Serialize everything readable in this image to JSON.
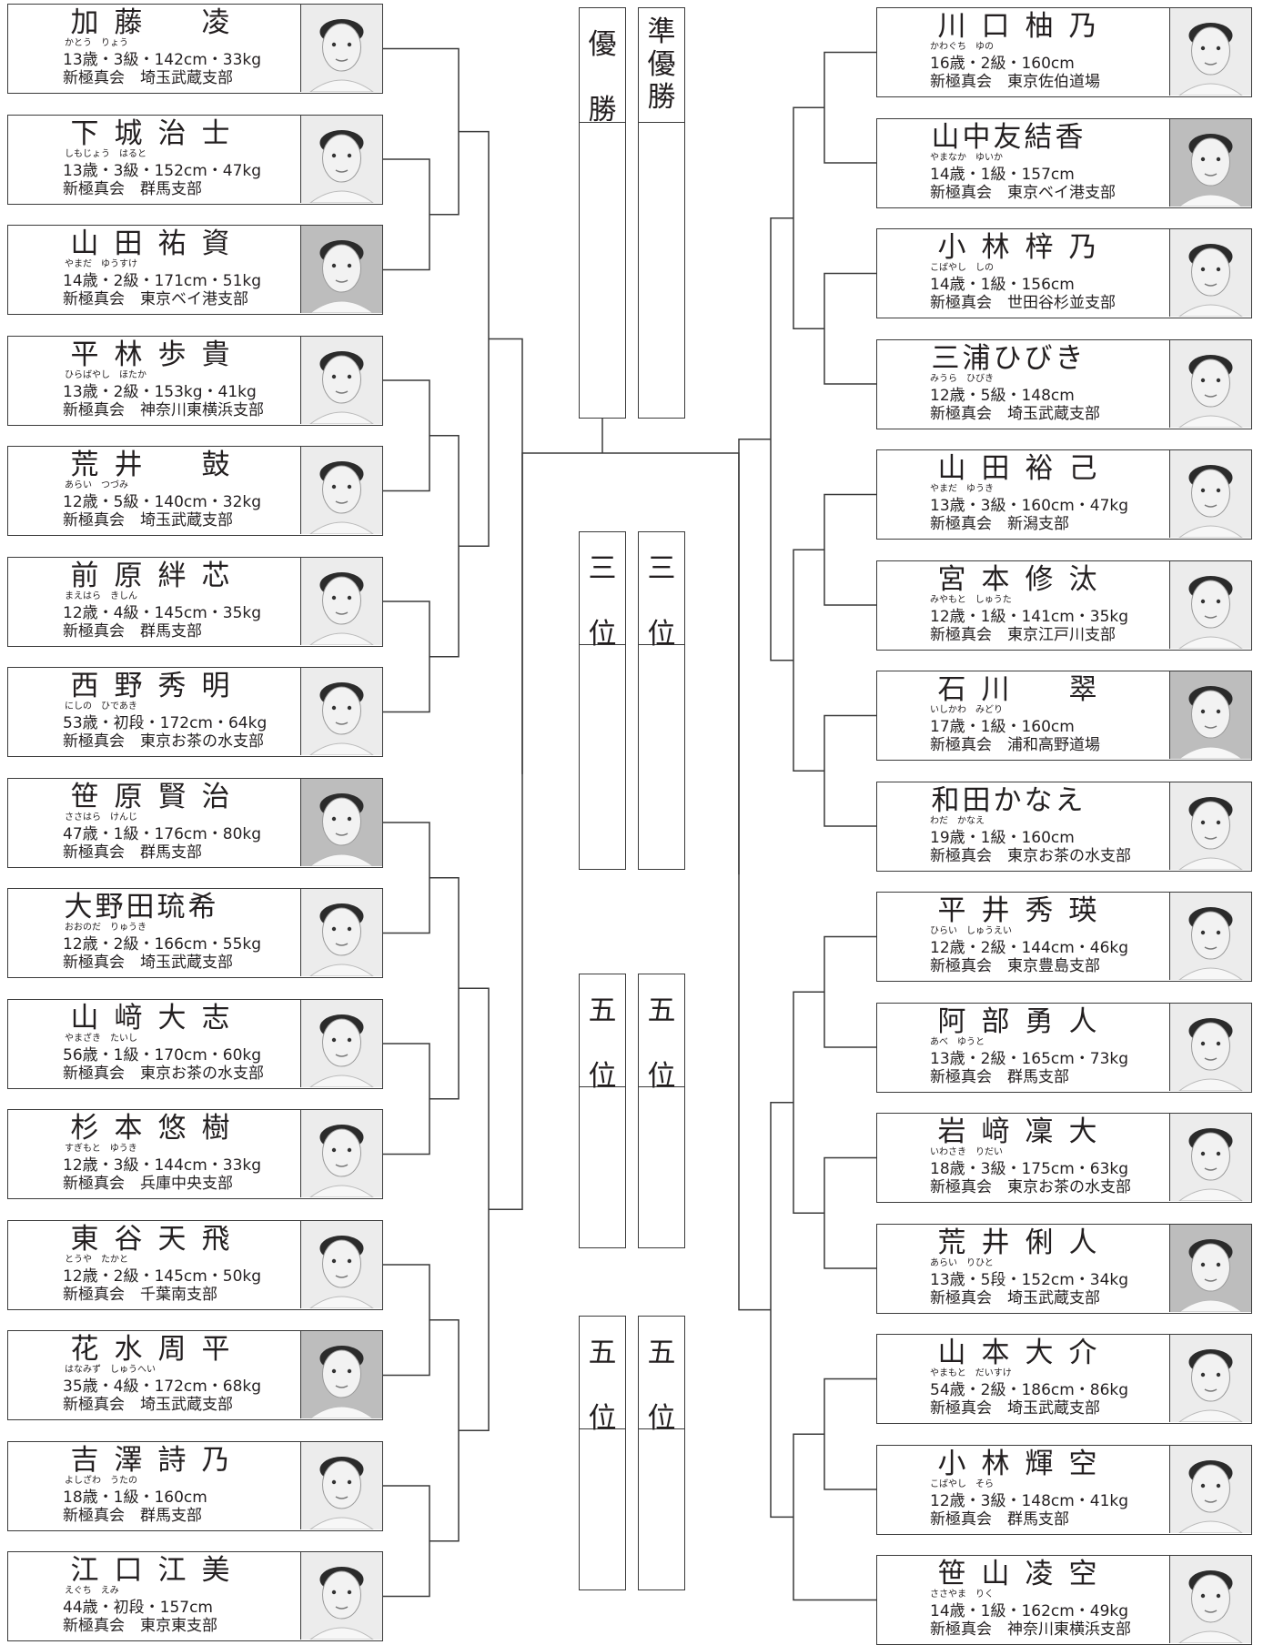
{
  "left_entries": [
    {
      "name": "加藤凌",
      "name_chars": [
        "加",
        "藤",
        "",
        "凌"
      ],
      "kana": "かとう　りょう",
      "stats": "13歳・3級・142cm・33kg",
      "org": "新極真会　埼玉武蔵支部",
      "photo": "face-photo"
    },
    {
      "name": "下城治士",
      "name_chars": [
        "下",
        "城",
        "治",
        "士"
      ],
      "kana": "しもじょう　はると",
      "stats": "13歳・3級・152cm・47kg",
      "org": "新極真会　群馬支部",
      "photo": "face-photo"
    },
    {
      "name": "山田祐資",
      "name_chars": [
        "山",
        "田",
        "祐",
        "資"
      ],
      "kana": "やまだ　ゆうすけ",
      "stats": "14歳・2級・171cm・51kg",
      "org": "新極真会　東京ベイ港支部",
      "photo": "face-photo"
    },
    {
      "name": "平林歩貴",
      "name_chars": [
        "平",
        "林",
        "歩",
        "貴"
      ],
      "kana": "ひらばやし　ほたか",
      "stats": "13歳・2級・153kg・41kg",
      "org": "新極真会　神奈川東横浜支部",
      "photo": "face-photo"
    },
    {
      "name": "荒井鼓",
      "name_chars": [
        "荒",
        "井",
        "",
        "鼓"
      ],
      "kana": "あらい　つづみ",
      "stats": "12歳・5級・140cm・32kg",
      "org": "新極真会　埼玉武蔵支部",
      "photo": "face-photo"
    },
    {
      "name": "前原絆芯",
      "name_chars": [
        "前",
        "原",
        "絆",
        "芯"
      ],
      "kana": "まえはら　きしん",
      "stats": "12歳・4級・145cm・35kg",
      "org": "新極真会　群馬支部",
      "photo": "face-photo"
    },
    {
      "name": "西野秀明",
      "name_chars": [
        "西",
        "野",
        "秀",
        "明"
      ],
      "kana": "にしの　ひであき",
      "stats": "53歳・初段・172cm・64kg",
      "org": "新極真会　東京お茶の水支部",
      "photo": "face-photo"
    },
    {
      "name": "笹原賢治",
      "name_chars": [
        "笹",
        "原",
        "賢",
        "治"
      ],
      "kana": "ささはら　けんじ",
      "stats": "47歳・1級・176cm・80kg",
      "org": "新極真会　群馬支部",
      "photo": "face-photo"
    },
    {
      "name": "大野田琉希",
      "name_chars": [
        "大",
        "野",
        "田",
        "琉",
        "希"
      ],
      "kana": "おおのだ　りゅうき",
      "stats": "12歳・2級・166cm・55kg",
      "org": "新極真会　埼玉武蔵支部",
      "photo": "face-photo"
    },
    {
      "name": "山﨑大志",
      "name_chars": [
        "山",
        "﨑",
        "大",
        "志"
      ],
      "kana": "やまざき　たいし",
      "stats": "56歳・1級・170cm・60kg",
      "org": "新極真会　東京お茶の水支部",
      "photo": "face-photo"
    },
    {
      "name": "杉本悠樹",
      "name_chars": [
        "杉",
        "本",
        "悠",
        "樹"
      ],
      "kana": "すぎもと　ゆうき",
      "stats": "12歳・3級・144cm・33kg",
      "org": "新極真会　兵庫中央支部",
      "photo": "face-photo"
    },
    {
      "name": "東谷天飛",
      "name_chars": [
        "東",
        "谷",
        "天",
        "飛"
      ],
      "kana": "とうや　たかと",
      "stats": "12歳・2級・145cm・50kg",
      "org": "新極真会　千葉南支部",
      "photo": "face-photo"
    },
    {
      "name": "花水周平",
      "name_chars": [
        "花",
        "水",
        "周",
        "平"
      ],
      "kana": "はなみず　しゅうへい",
      "stats": "35歳・4級・172cm・68kg",
      "org": "新極真会　埼玉武蔵支部",
      "photo": "face-photo"
    },
    {
      "name": "吉澤詩乃",
      "name_chars": [
        "吉",
        "澤",
        "詩",
        "乃"
      ],
      "kana": "よしざわ　うたの",
      "stats": "18歳・1級・160cm",
      "org": "新極真会　群馬支部",
      "photo": "face-photo"
    },
    {
      "name": "江口江美",
      "name_chars": [
        "江",
        "口",
        "江",
        "美"
      ],
      "kana": "えぐち　えみ",
      "stats": "44歳・初段・157cm",
      "org": "新極真会　東京東支部",
      "photo": "face-photo"
    }
  ],
  "right_entries": [
    {
      "name": "川口柚乃",
      "name_chars": [
        "川",
        "口",
        "柚",
        "乃"
      ],
      "kana": "かわぐち　ゆの",
      "stats": "16歳・2級・160cm",
      "org": "新極真会　東京佐伯道場",
      "photo": "face-photo"
    },
    {
      "name": "山中友結香",
      "name_chars": [
        "山",
        "中",
        "友",
        "結",
        "香"
      ],
      "kana": "やまなか　ゆいか",
      "stats": "14歳・1級・157cm",
      "org": "新極真会　東京ベイ港支部",
      "photo": "face-photo"
    },
    {
      "name": "小林梓乃",
      "name_chars": [
        "小",
        "林",
        "梓",
        "乃"
      ],
      "kana": "こばやし　しの",
      "stats": "14歳・1級・156cm",
      "org": "新極真会　世田谷杉並支部",
      "photo": "face-photo"
    },
    {
      "name": "三浦ひびき",
      "name_chars": [
        "三",
        "浦",
        "ひ",
        "び",
        "き"
      ],
      "kana": "みうら　ひびき",
      "stats": "12歳・5級・148cm",
      "org": "新極真会　埼玉武蔵支部",
      "photo": "face-photo"
    },
    {
      "name": "山田裕己",
      "name_chars": [
        "山",
        "田",
        "裕",
        "己"
      ],
      "kana": "やまだ　ゆうき",
      "stats": "13歳・3級・160cm・47kg",
      "org": "新極真会　新潟支部",
      "photo": "face-photo"
    },
    {
      "name": "宮本修汰",
      "name_chars": [
        "宮",
        "本",
        "修",
        "汰"
      ],
      "kana": "みやもと　しゅうた",
      "stats": "12歳・1級・141cm・35kg",
      "org": "新極真会　東京江戸川支部",
      "photo": "face-photo"
    },
    {
      "name": "石川翠",
      "name_chars": [
        "石",
        "川",
        "",
        "翠"
      ],
      "kana": "いしかわ　みどり",
      "stats": "17歳・1級・160cm",
      "org": "新極真会　浦和高野道場",
      "photo": "face-photo"
    },
    {
      "name": "和田かなえ",
      "name_chars": [
        "和",
        "田",
        "か",
        "な",
        "え"
      ],
      "kana": "わだ　かなえ",
      "stats": "19歳・1級・160cm",
      "org": "新極真会　東京お茶の水支部",
      "photo": "face-photo"
    },
    {
      "name": "平井秀瑛",
      "name_chars": [
        "平",
        "井",
        "秀",
        "瑛"
      ],
      "kana": "ひらい　しゅうえい",
      "stats": "12歳・2級・144cm・46kg",
      "org": "新極真会　東京豊島支部",
      "photo": "face-photo"
    },
    {
      "name": "阿部勇人",
      "name_chars": [
        "阿",
        "部",
        "勇",
        "人"
      ],
      "kana": "あべ　ゆうと",
      "stats": "13歳・2級・165cm・73kg",
      "org": "新極真会　群馬支部",
      "photo": "face-photo"
    },
    {
      "name": "岩﨑凜大",
      "name_chars": [
        "岩",
        "﨑",
        "凜",
        "大"
      ],
      "kana": "いわさき　りだい",
      "stats": "18歳・3級・175cm・63kg",
      "org": "新極真会　東京お茶の水支部",
      "photo": "face-photo"
    },
    {
      "name": "荒井俐人",
      "name_chars": [
        "荒",
        "井",
        "俐",
        "人"
      ],
      "kana": "あらい　りひと",
      "stats": "13歳・5段・152cm・34kg",
      "org": "新極真会　埼玉武蔵支部",
      "photo": "face-photo"
    },
    {
      "name": "山本大介",
      "name_chars": [
        "山",
        "本",
        "大",
        "介"
      ],
      "kana": "やまもと　だいすけ",
      "stats": "54歳・2級・186cm・86kg",
      "org": "新極真会　埼玉武蔵支部",
      "photo": "face-photo"
    },
    {
      "name": "小林輝空",
      "name_chars": [
        "小",
        "林",
        "輝",
        "空"
      ],
      "kana": "こばやし　そら",
      "stats": "12歳・3級・148cm・41kg",
      "org": "新極真会　群馬支部",
      "photo": "face-photo"
    },
    {
      "name": "笹山凌空",
      "name_chars": [
        "笹",
        "山",
        "凌",
        "空"
      ],
      "kana": "ささやま　りく",
      "stats": "14歳・1級・162cm・49kg",
      "org": "新極真会　神奈川東横浜支部",
      "photo": "face-photo"
    }
  ],
  "awards": [
    {
      "label": "優勝",
      "chars": [
        "優",
        "勝"
      ]
    },
    {
      "label": "準優勝",
      "chars": [
        "準",
        "優",
        "勝"
      ]
    },
    {
      "label": "三位",
      "chars": [
        "三",
        "位"
      ]
    },
    {
      "label": "三位",
      "chars": [
        "三",
        "位"
      ]
    },
    {
      "label": "五位",
      "chars": [
        "五",
        "位"
      ]
    },
    {
      "label": "五位",
      "chars": [
        "五",
        "位"
      ]
    },
    {
      "label": "五位",
      "chars": [
        "五",
        "位"
      ]
    },
    {
      "label": "五位",
      "chars": [
        "五",
        "位"
      ]
    }
  ],
  "colors": {
    "line": "#3a3a3a",
    "text": "#231f20",
    "photo_bg": "#ececec"
  }
}
